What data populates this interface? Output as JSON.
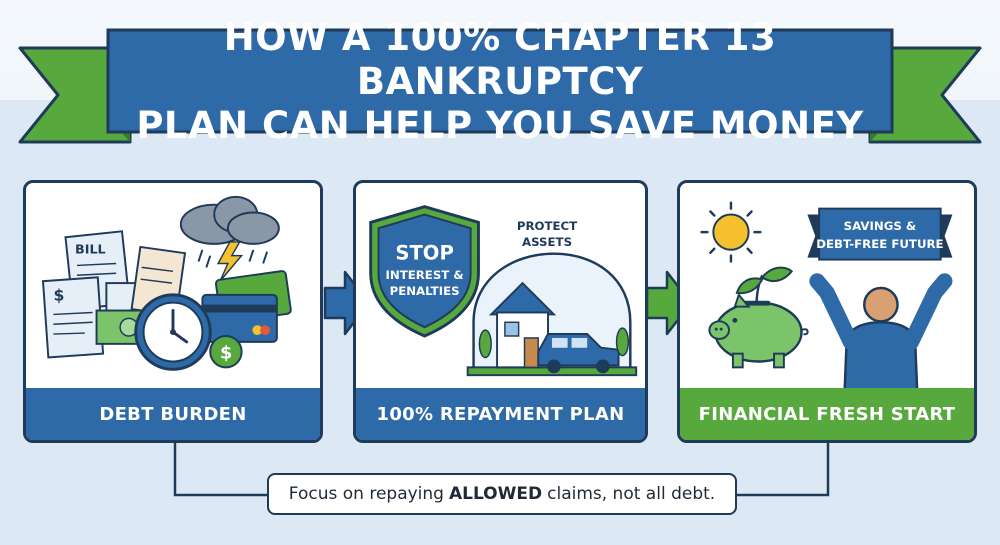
{
  "header": {
    "title_line1": "HOW A 100% CHAPTER 13 BANKRUPTCY",
    "title_line2": "PLAN CAN HELP YOU SAVE MONEY"
  },
  "panels": [
    {
      "label": "DEBT BURDEN",
      "items": {
        "bill": "BILL",
        "dollar": "$"
      }
    },
    {
      "label": "100% REPAYMENT PLAN",
      "shield": {
        "line1": "STOP",
        "line2": "INTEREST &",
        "line3": "PENALTIES"
      },
      "protect": {
        "line1": "PROTECT",
        "line2": "ASSETS"
      }
    },
    {
      "label": "FINANCIAL FRESH START",
      "banner": {
        "line1": "SAVINGS &",
        "line2": "DEBT-FREE FUTURE"
      }
    }
  ],
  "note": {
    "before": "Focus on repaying",
    "emphasis": "ALLOWED",
    "after": "claims, not all debt."
  },
  "colors": {
    "ribbon_blue": "#2e69a8",
    "ribbon_green": "#57a83d",
    "navy_outline": "#1f3b5a",
    "background": "#dce9f5"
  },
  "icons": [
    "bill-icon",
    "storm-cloud-icon",
    "clock-icon",
    "credit-card-icon",
    "dollar-coin-icon",
    "shield-icon",
    "house-icon",
    "car-icon",
    "dome-icon",
    "sun-icon",
    "piggy-bank-icon",
    "sprout-icon",
    "person-arms-raised-icon",
    "arrow-right-icon"
  ]
}
